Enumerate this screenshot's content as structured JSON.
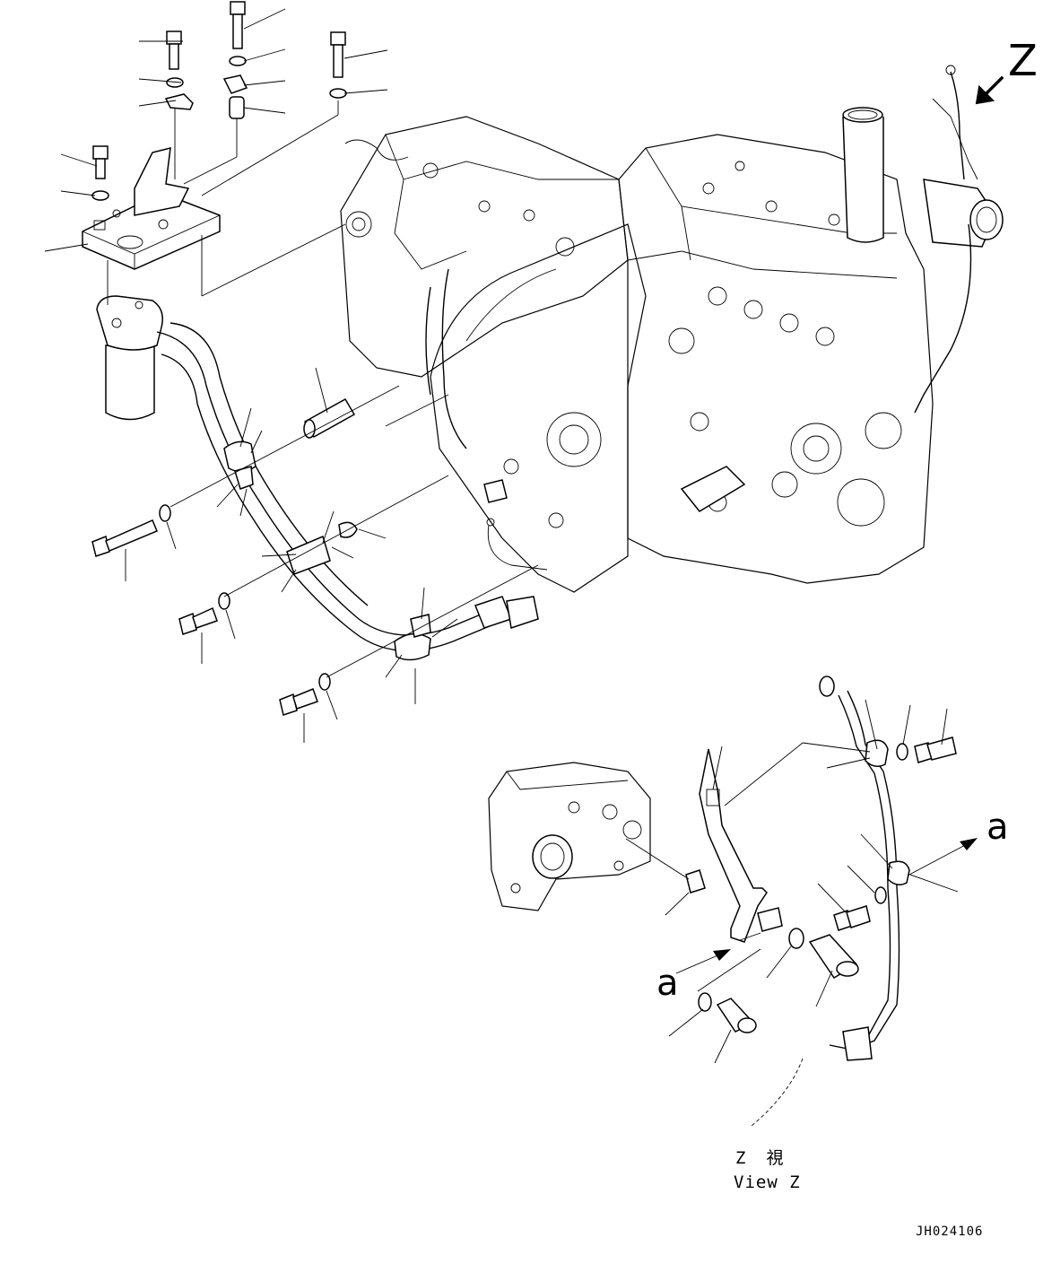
{
  "labels": {
    "view_arrow": "Z",
    "ref_a_1": "a",
    "ref_a_2": "a",
    "view_title_jp": "Z　視",
    "view_title_en": "View Z",
    "drawing_code": "JH024106"
  }
}
